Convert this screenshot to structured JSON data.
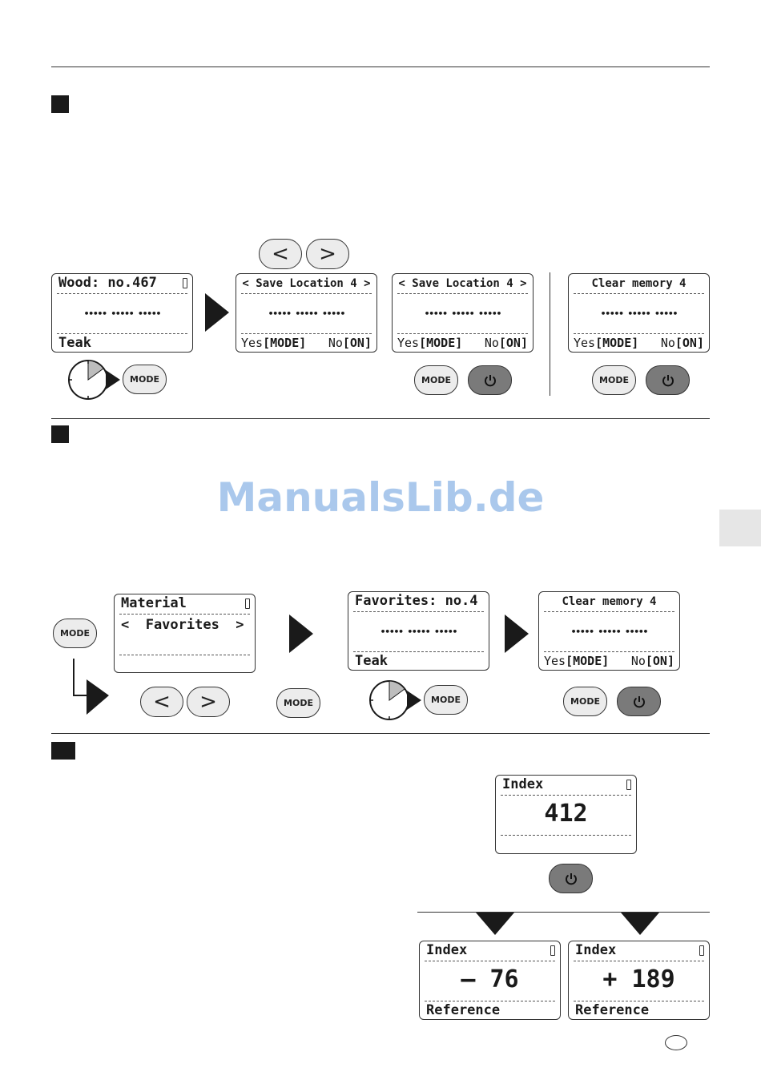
{
  "watermark": "ManualsLib.de",
  "buttons": {
    "mode": "MODE",
    "left": "<",
    "right": ">",
    "power_glyph": "⏻"
  },
  "section1": {
    "lcd_wood": {
      "title": "Wood: no.467",
      "dots": "••••• ••••• •••••",
      "bottom": "Teak"
    },
    "lcd_save_a": {
      "title": "< Save Location 4 >",
      "dots": "••••• ••••• •••••",
      "yes": "Yes",
      "yes_key": "[MODE]",
      "no": "No",
      "no_key": "[ON]"
    },
    "lcd_save_b": {
      "title": "< Save Location 4 >",
      "dots": "••••• ••••• •••••",
      "yes": "Yes",
      "yes_key": "[MODE]",
      "no": "No",
      "no_key": "[ON]"
    },
    "lcd_clear": {
      "title": "Clear memory 4",
      "dots": "••••• ••••• •••••",
      "yes": "Yes",
      "yes_key": "[MODE]",
      "no": "No",
      "no_key": "[ON]"
    }
  },
  "section2": {
    "lcd_material": {
      "title": "Material",
      "line2": "<  Favorites  >"
    },
    "lcd_favorites": {
      "title": "Favorites: no.4",
      "dots": "••••• ••••• •••••",
      "bottom": "Teak"
    },
    "lcd_clear": {
      "title": "Clear memory 4",
      "dots": "••••• ••••• •••••",
      "yes": "Yes",
      "yes_key": "[MODE]",
      "no": "No",
      "no_key": "[ON]"
    }
  },
  "section3": {
    "lcd_index": {
      "title": "Index",
      "value": "412"
    },
    "lcd_neg": {
      "title": "Index",
      "value": "– 76",
      "bottom": "Reference"
    },
    "lcd_pos": {
      "title": "Index",
      "value": "+ 189",
      "bottom": "Reference"
    }
  }
}
